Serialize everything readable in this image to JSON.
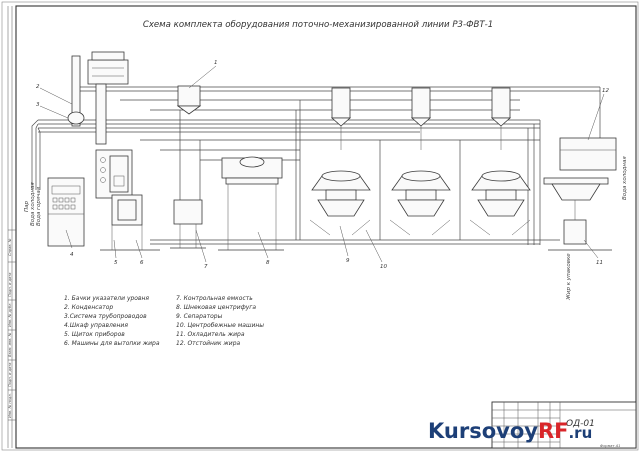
{
  "drawing": {
    "title": "Схема комплекта оборудования поточно-механизированной линии Р3-ФВТ-1",
    "legend_left": [
      "1. Бачки указатели уровня",
      "2. Конденсатор",
      "3.Система трубопроводов",
      "4.Шкаф управления",
      "5. Щиток приборов",
      "6. Машины для вытопки жира"
    ],
    "legend_right": [
      "7. Контрольная емкость",
      "8. Шнековая центрифуга",
      "9. Сепараторы",
      "10. Центробежные машины",
      "11. Охладитель жира",
      "12. Отстойник жира"
    ],
    "callouts": [
      "1",
      "2",
      "3",
      "4",
      "5",
      "6",
      "7",
      "8",
      "9",
      "10",
      "11",
      "12"
    ],
    "side_labels": {
      "left_1": "Пар",
      "left_2": "Вода холодная",
      "left_3": "Вода горячая",
      "right_1": "Вода холодная",
      "right_2": "Жир к упаковке"
    },
    "stamp_code": "ОД-01",
    "margin_labels": [
      "Справ. №",
      "Подп. и дата",
      "Инв. № дубл.",
      "Взам. инв. №",
      "Подп. и дата",
      "Инв. № подл."
    ],
    "format_label": "Формат А1"
  },
  "watermark": {
    "part1": "Kursovoy",
    "part2": "RF",
    "part3": ".ru"
  }
}
